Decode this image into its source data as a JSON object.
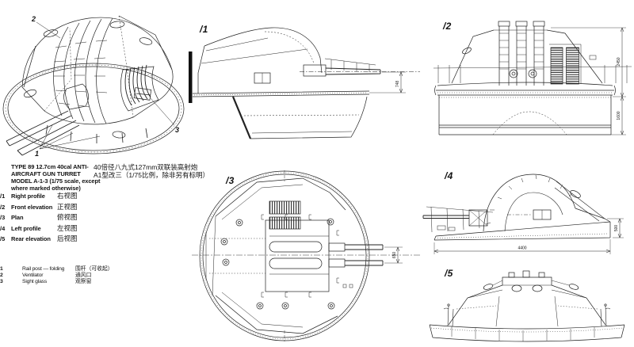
{
  "colors": {
    "ink": "#222222",
    "paper": "#ffffff",
    "hatch": "#3d3d3d"
  },
  "title": {
    "en_line1": "TYPE 89 12.7cm 40cal ANTI-",
    "en_line2": "AIRCRAFT GUN TURRET",
    "en_line3": "MODEL A-1-3 (1/75 scale, except",
    "en_line4": "where marked otherwise)",
    "zh_line1": "40倍径八九式127mm双联装高射炮",
    "zh_line2": "A1型改三（1/75比例，除非另有标明）"
  },
  "view_index": [
    {
      "num": "/1",
      "en": "Right profile",
      "zh": "右视图"
    },
    {
      "num": "/2",
      "en": "Front elevation",
      "zh": "正视图"
    },
    {
      "num": "/3",
      "en": "Plan",
      "zh": "俯视图"
    },
    {
      "num": "/4",
      "en": "Left profile",
      "zh": "左视图"
    },
    {
      "num": "/5",
      "en": "Rear elevation",
      "zh": "后视图"
    }
  ],
  "parts": [
    {
      "num": "1",
      "en": "Rail post — folding",
      "zh": "围杆（可收起）"
    },
    {
      "num": "2",
      "en": "Ventilator",
      "zh": "通风口"
    },
    {
      "num": "3",
      "en": "Sight glass",
      "zh": "观察窗"
    }
  ],
  "dimensions": {
    "v1_barrel_height": "748",
    "v2_turret_height": "2450",
    "v2_barbette_height": "1600",
    "v3_barrel_spacing": "650",
    "v4_base_length": "4400",
    "v4_base_height": "500"
  }
}
